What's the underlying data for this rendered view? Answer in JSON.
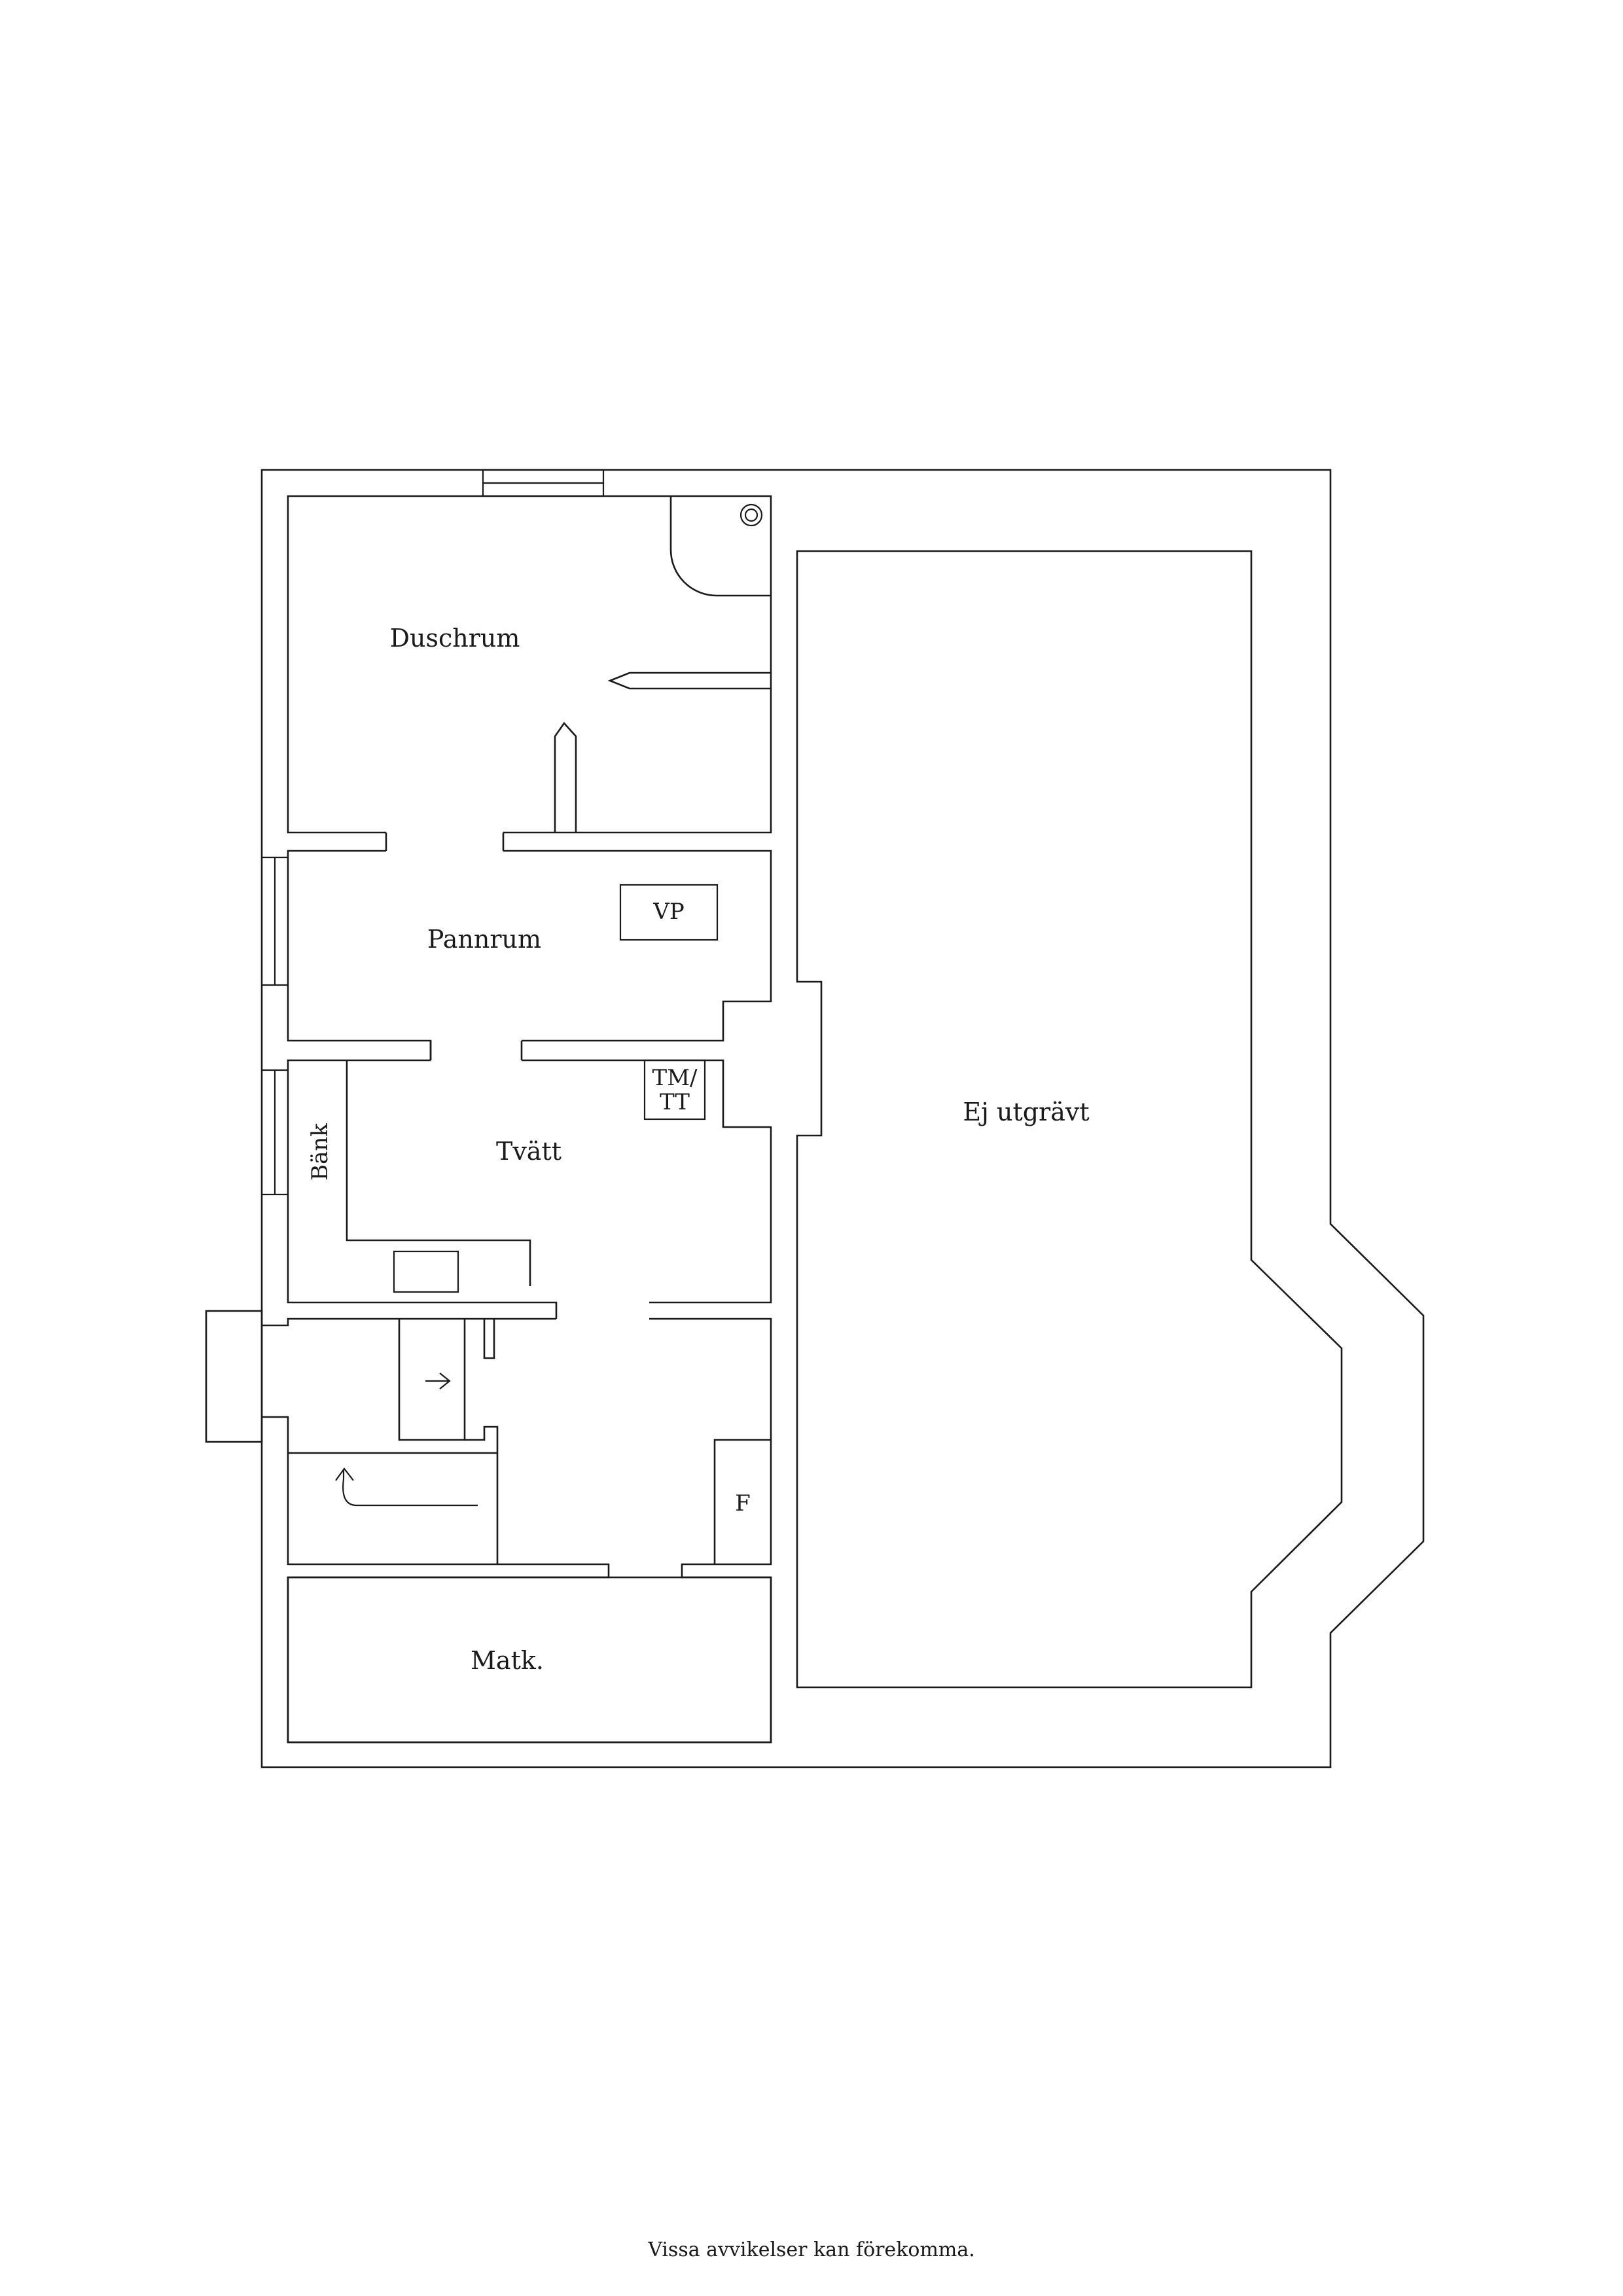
{
  "rooms": {
    "duschrum": "Duschrum",
    "pannrum": "Pannrum",
    "tvatt": "Tvätt",
    "matk": "Matk.",
    "ej_utgravt": "Ej utgrävt"
  },
  "fixtures": {
    "vp": "VP",
    "tm_line1": "TM/",
    "tm_line2": "TT",
    "bank": "Bänk",
    "f": "F"
  },
  "footer": {
    "disclaimer": "Vissa avvikelser kan förekomma."
  }
}
